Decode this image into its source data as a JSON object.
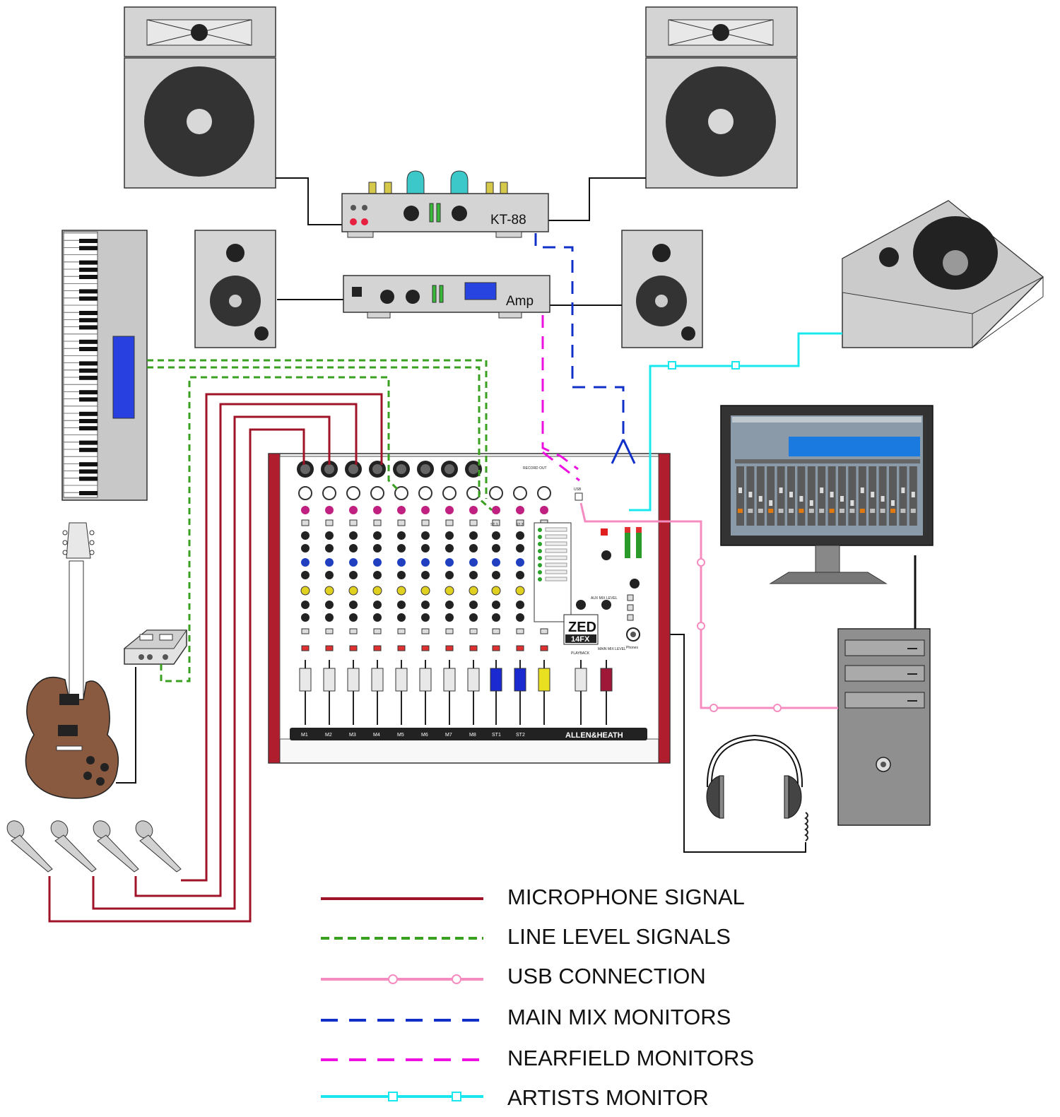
{
  "devices": {
    "tube_amp_label": "KT-88",
    "amp_label": "Amp",
    "mixer_brand": "ALLEN&HEATH",
    "mixer_logo": "ZED",
    "mixer_model": "14FX",
    "channel_labels": [
      "M1",
      "M2",
      "M3",
      "M4",
      "M5",
      "M6",
      "M7",
      "M8",
      "ST1",
      "ST2"
    ],
    "mixer_text": {
      "usb": "USB",
      "st1": "ST 1",
      "st2": "ST 2",
      "playback": "PLAYBACK",
      "main_mix_level": "MAIN MIX LEVEL",
      "aux_mix_level": "AUX MIX LEVEL",
      "phones": "Phones",
      "record_out": "RECORD OUT"
    }
  },
  "legend": [
    {
      "label": "MICROPHONE SIGNAL",
      "color": "#a0142a",
      "style": "solid"
    },
    {
      "label": "LINE LEVEL SIGNALS",
      "color": "#3aa020",
      "style": "dashed"
    },
    {
      "label": "USB CONNECTION",
      "color": "#f58cc0",
      "style": "solid-with-circles"
    },
    {
      "label": "MAIN MIX MONITORS",
      "color": "#1030c8",
      "style": "long-dash"
    },
    {
      "label": "NEARFIELD MONITORS",
      "color": "#ee10e0",
      "style": "long-dash"
    },
    {
      "label": "ARTISTS MONITOR",
      "color": "#18e8ee",
      "style": "solid-with-squares"
    }
  ],
  "colors": {
    "mic": "#a0142a",
    "line": "#3aa020",
    "usb": "#f58cc0",
    "main": "#1030c8",
    "near": "#ee10e0",
    "artist": "#18e8ee",
    "device_grey": "#d4d4d4"
  }
}
